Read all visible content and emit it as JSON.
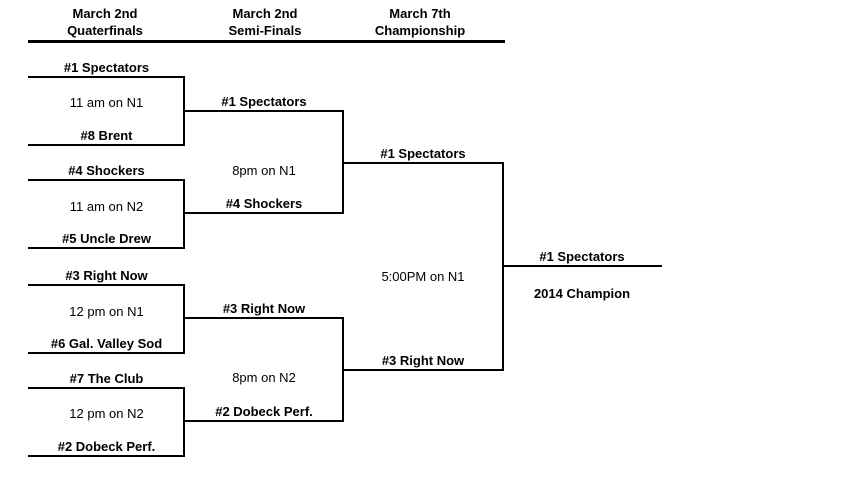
{
  "page": {
    "background": "#ffffff",
    "line_color": "#000000",
    "text_color": "#000000"
  },
  "headers": [
    {
      "line1": "March 2nd",
      "line2": "Quaterfinals"
    },
    {
      "line1": "March 2nd",
      "line2": "Semi-Finals"
    },
    {
      "line1": "March 7th",
      "line2": "Championship"
    }
  ],
  "quarterfinals": [
    {
      "top_team": "#1 Spectators",
      "time": "11 am on N1",
      "bottom_team": "#8 Brent"
    },
    {
      "top_team": "#4 Shockers",
      "time": "11 am on N2",
      "bottom_team": "#5 Uncle Drew"
    },
    {
      "top_team": "#3 Right Now",
      "time": "12 pm on N1",
      "bottom_team": "#6 Gal. Valley Sod"
    },
    {
      "top_team": "#7 The Club",
      "time": "12 pm on N2",
      "bottom_team": "#2 Dobeck Perf."
    }
  ],
  "semifinals": [
    {
      "top_team": "#1 Spectators",
      "time": "8pm on N1",
      "bottom_team": "#4 Shockers"
    },
    {
      "top_team": "#3 Right Now",
      "time": "8pm on N2",
      "bottom_team": "#2 Dobeck Perf."
    }
  ],
  "championship": {
    "top_team": "#1 Spectators",
    "time": "5:00PM on N1",
    "bottom_team": "#3 Right Now"
  },
  "winner": {
    "team": "#1 Spectators",
    "title": "2014 Champion"
  }
}
